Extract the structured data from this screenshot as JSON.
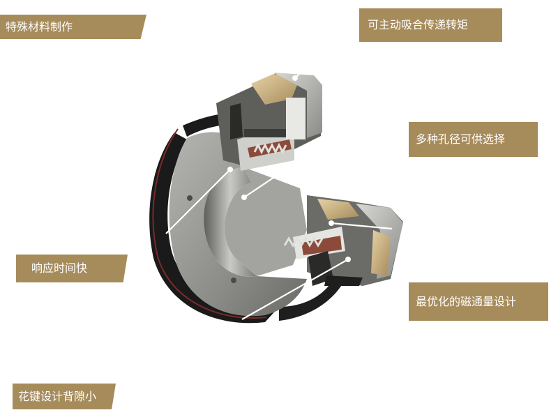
{
  "labels": {
    "special_material": "特殊材料制作",
    "active_torque": "可主动吸合传递转矩",
    "bore_options": "多种孔径可供选择",
    "fast_response": "响应时间快",
    "optimized_flux": "最优化的磁通量设计",
    "spline_backlash": "花键设计背隙小"
  },
  "colors": {
    "label_bg": "#a68b5b",
    "label_text": "#ffffff",
    "body_metal": "#8f8f8c",
    "ring_black": "#1e1e1e",
    "friction_bronze": "#c9b285",
    "coil_red": "#8c4a3a"
  }
}
